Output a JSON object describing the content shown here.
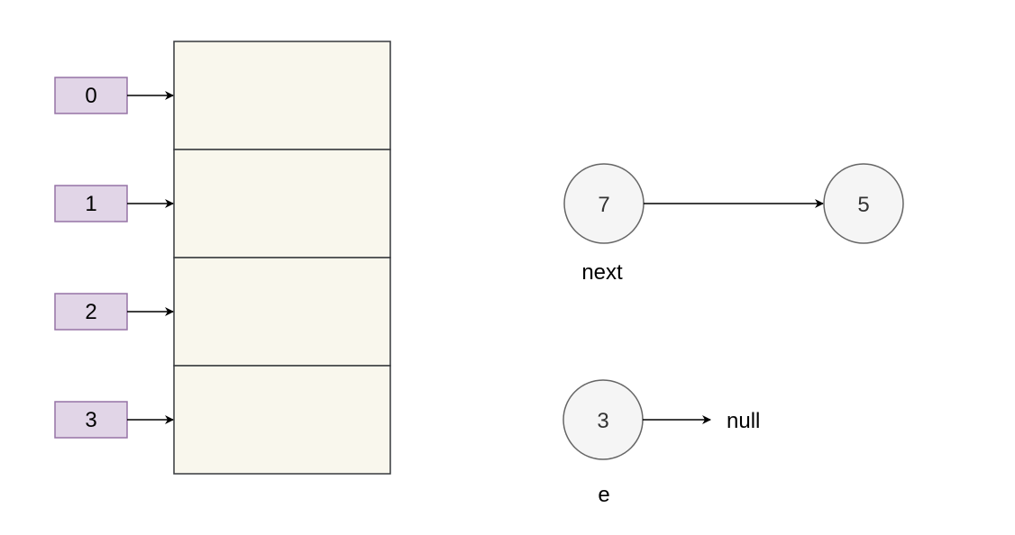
{
  "colors": {
    "index_fill": "#e1d5e7",
    "index_stroke": "#9673a6",
    "bucket_fill": "#f9f7ed",
    "bucket_stroke": "#36393d",
    "node_fill": "#f5f5f5",
    "node_stroke": "#666666",
    "edge": "#000000"
  },
  "indices": [
    "0",
    "1",
    "2",
    "3"
  ],
  "nodes": {
    "seven": "7",
    "five": "5",
    "three": "3"
  },
  "labels": {
    "next": "next",
    "e": "e",
    "null": "null"
  }
}
